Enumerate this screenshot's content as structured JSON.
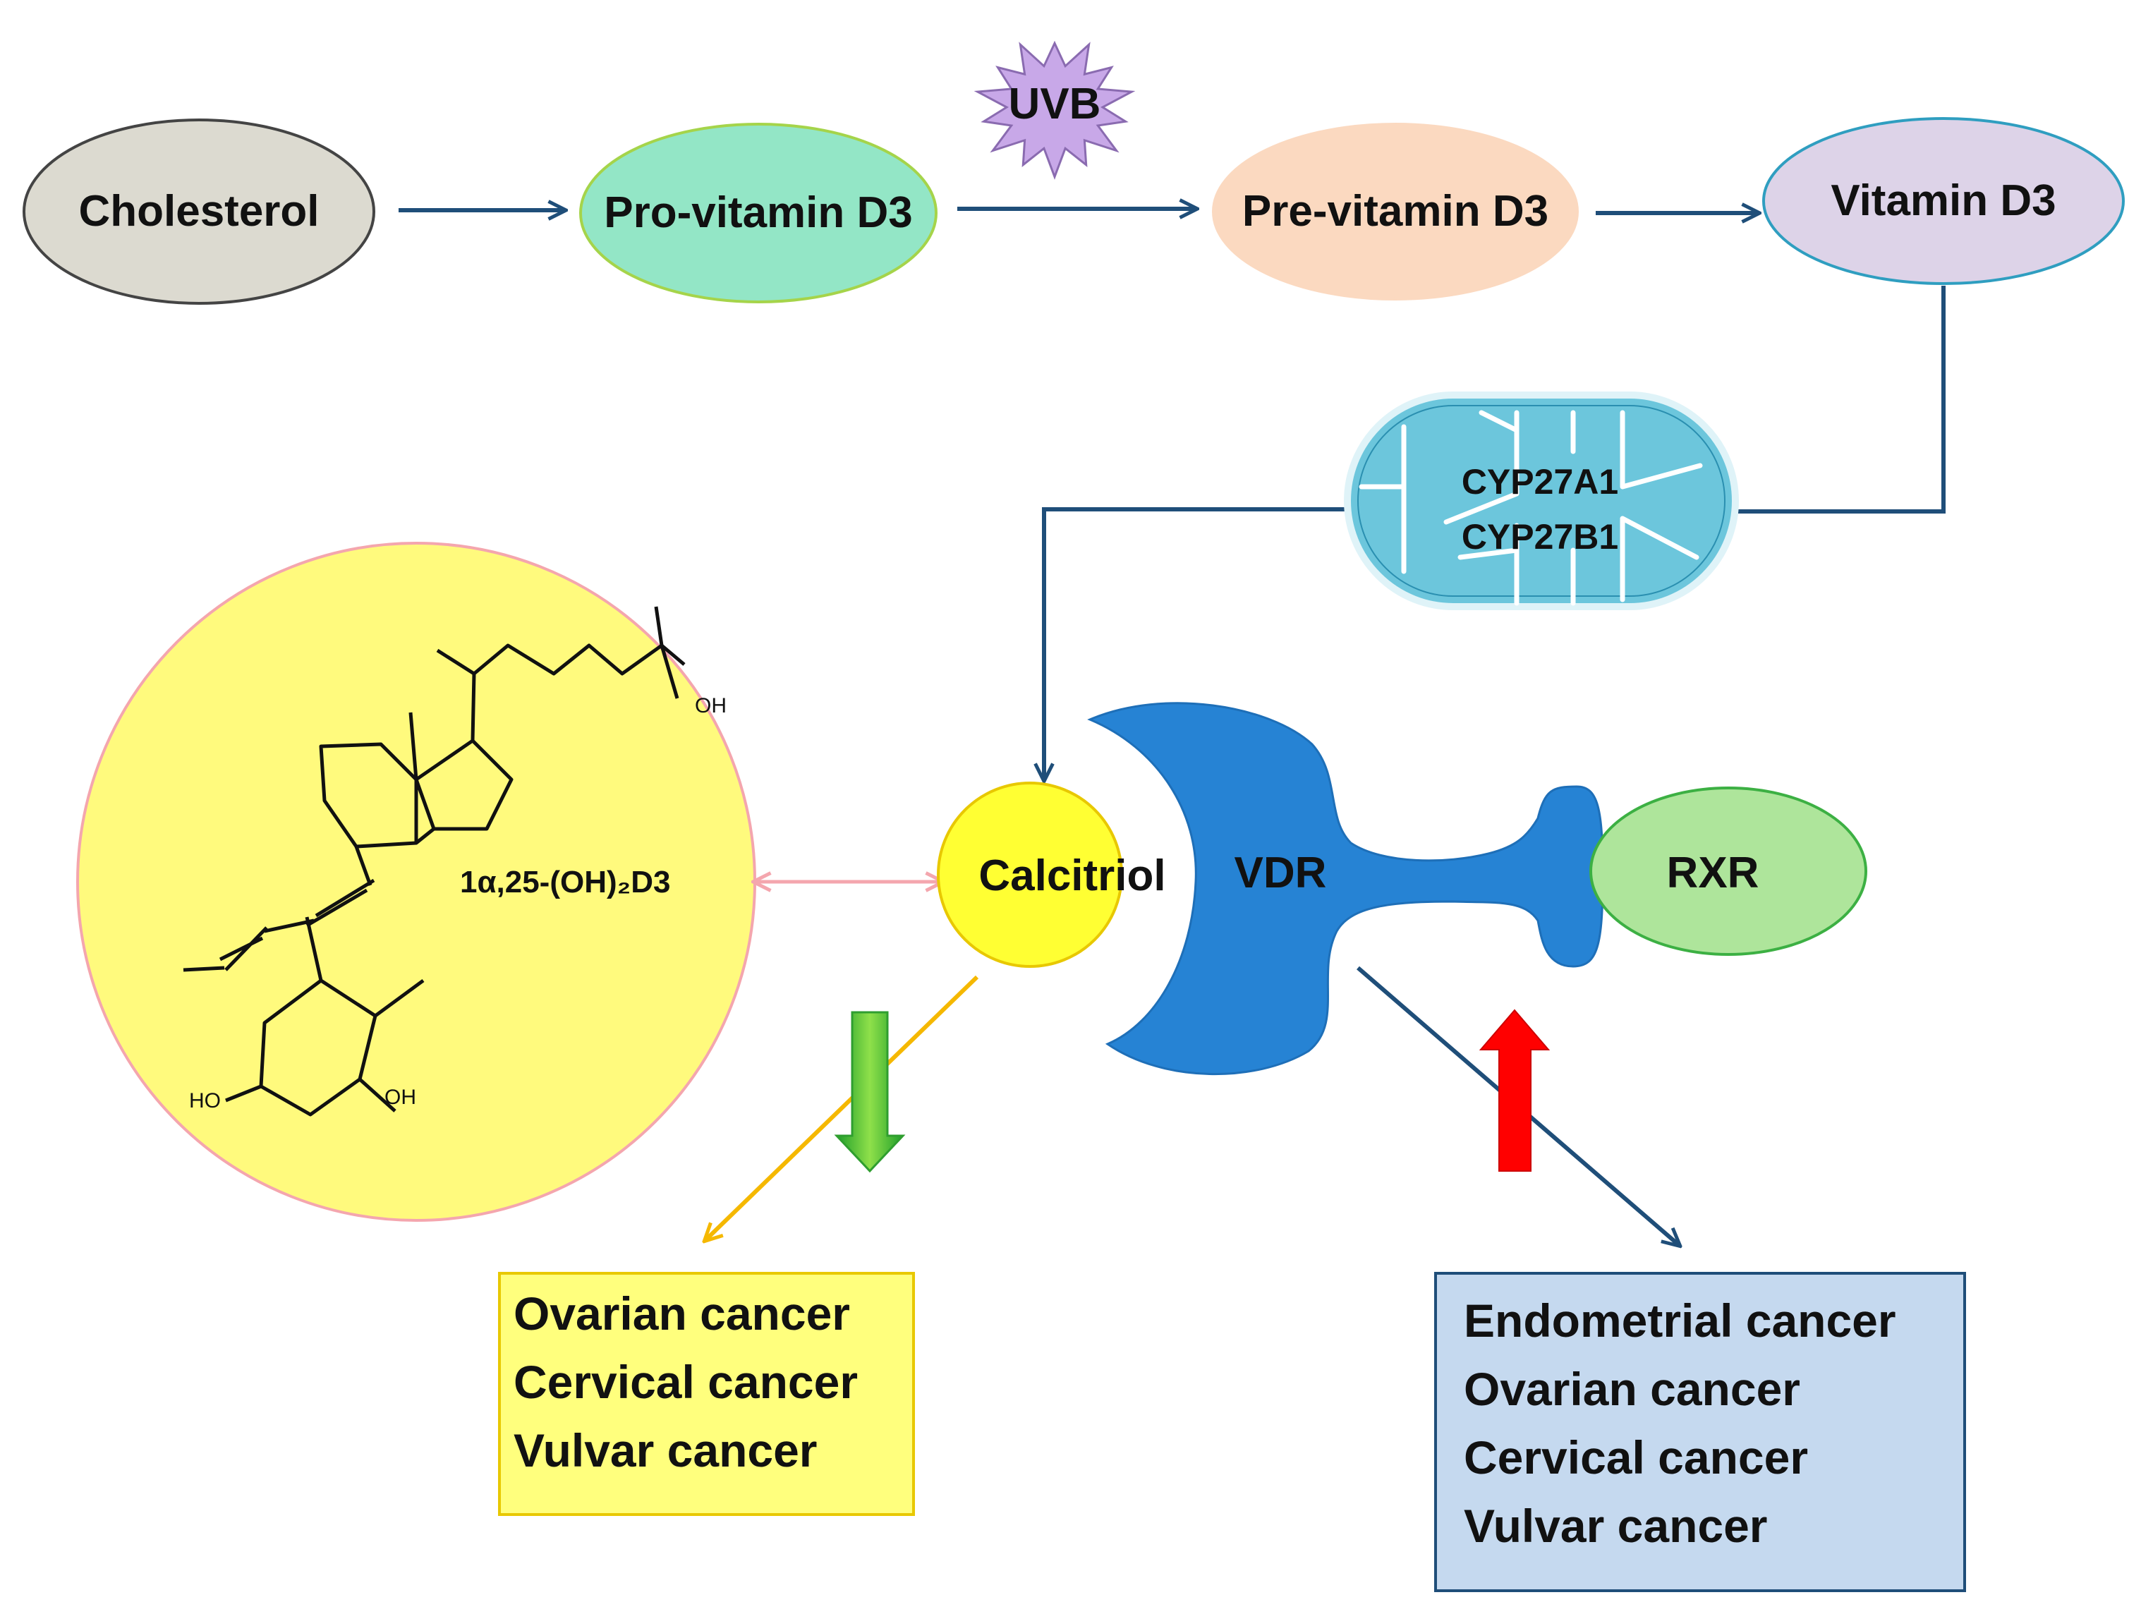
{
  "nodes": {
    "cholesterol": "Cholesterol",
    "provitamin": "Pro-vitamin D3",
    "previtamin": "Pre-vitamin D3",
    "vitamin": "Vitamin D3",
    "uvb": "UVB",
    "enzyme_1": "CYP27A1",
    "enzyme_2": "CYP27B1",
    "calcitriol": "Calcitriol",
    "vdr": "VDR",
    "rxr": "RXR",
    "formula": "1α,25-(OH)₂D3"
  },
  "molecule": {
    "oh_side_chain": "OH",
    "oh_left": "HO",
    "oh_right": "OH"
  },
  "left_box": {
    "items": [
      "Ovarian cancer",
      "Cervical cancer",
      "Vulvar cancer"
    ]
  },
  "right_box": {
    "items": [
      "Endometrial cancer",
      "Ovarian cancer",
      "Cervical cancer",
      "Vulvar cancer"
    ]
  },
  "colors": {
    "arrow_blue": "#1f4e79",
    "cholesterol_fill": "#dcdad0",
    "provitamin_fill": "#93e6c6",
    "previtamin_fill": "#fbd9c0",
    "vitamin_fill": "#ddd3e8",
    "uvb_fill": "#c8a8e8",
    "mito_fill": "#6cc6dc",
    "calcitriol_fill": "#ffff33",
    "vdr_fill": "#2683d4",
    "rxr_fill": "#aee59b",
    "molecule_bg": "#fffa7d",
    "left_box_fill": "#ffff7d",
    "right_box_fill": "#c5d9ef",
    "down_arrow": "#3cc23c",
    "up_arrow": "#ff0000",
    "orange_arrow": "#f5b800",
    "pink_arrow": "#f4a6ae"
  }
}
